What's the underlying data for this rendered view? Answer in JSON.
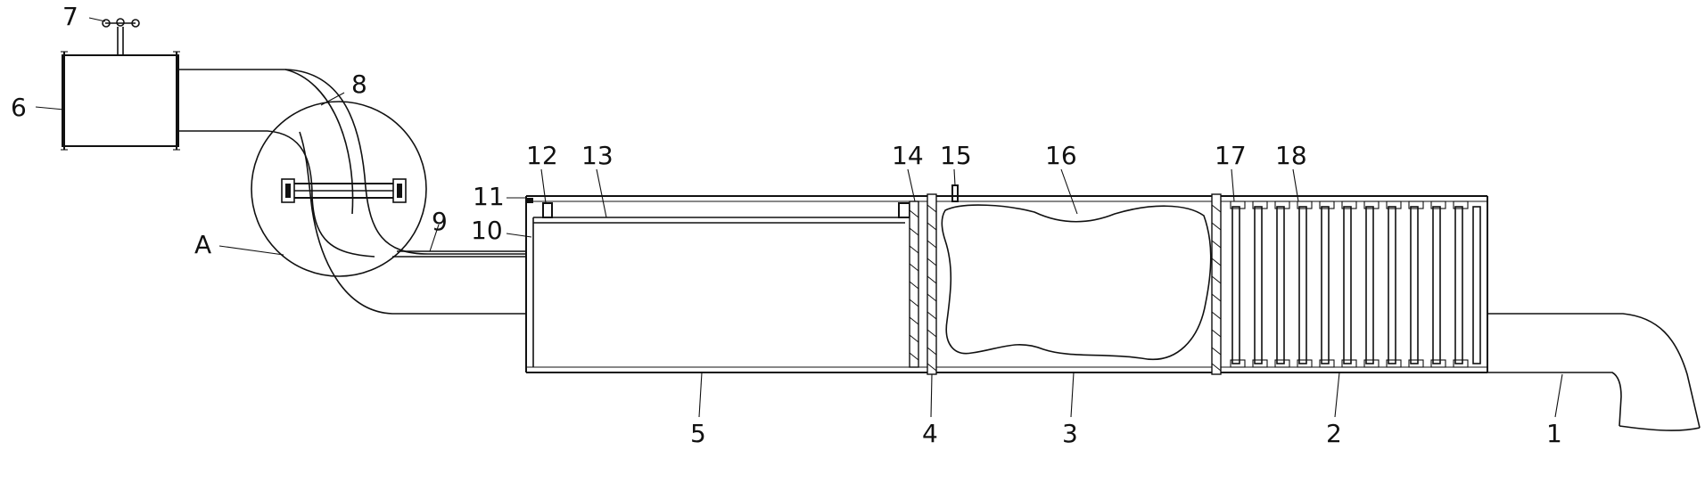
{
  "diagram": {
    "labels": {
      "l1": "1",
      "l2": "2",
      "l3": "3",
      "l4": "4",
      "l5": "5",
      "l6": "6",
      "l7": "7",
      "l8": "8",
      "l9": "9",
      "l10": "10",
      "l11": "11",
      "l12": "12",
      "l13": "13",
      "l14": "14",
      "l15": "15",
      "l16": "16",
      "l17": "17",
      "l18": "18",
      "lA": "A"
    }
  }
}
